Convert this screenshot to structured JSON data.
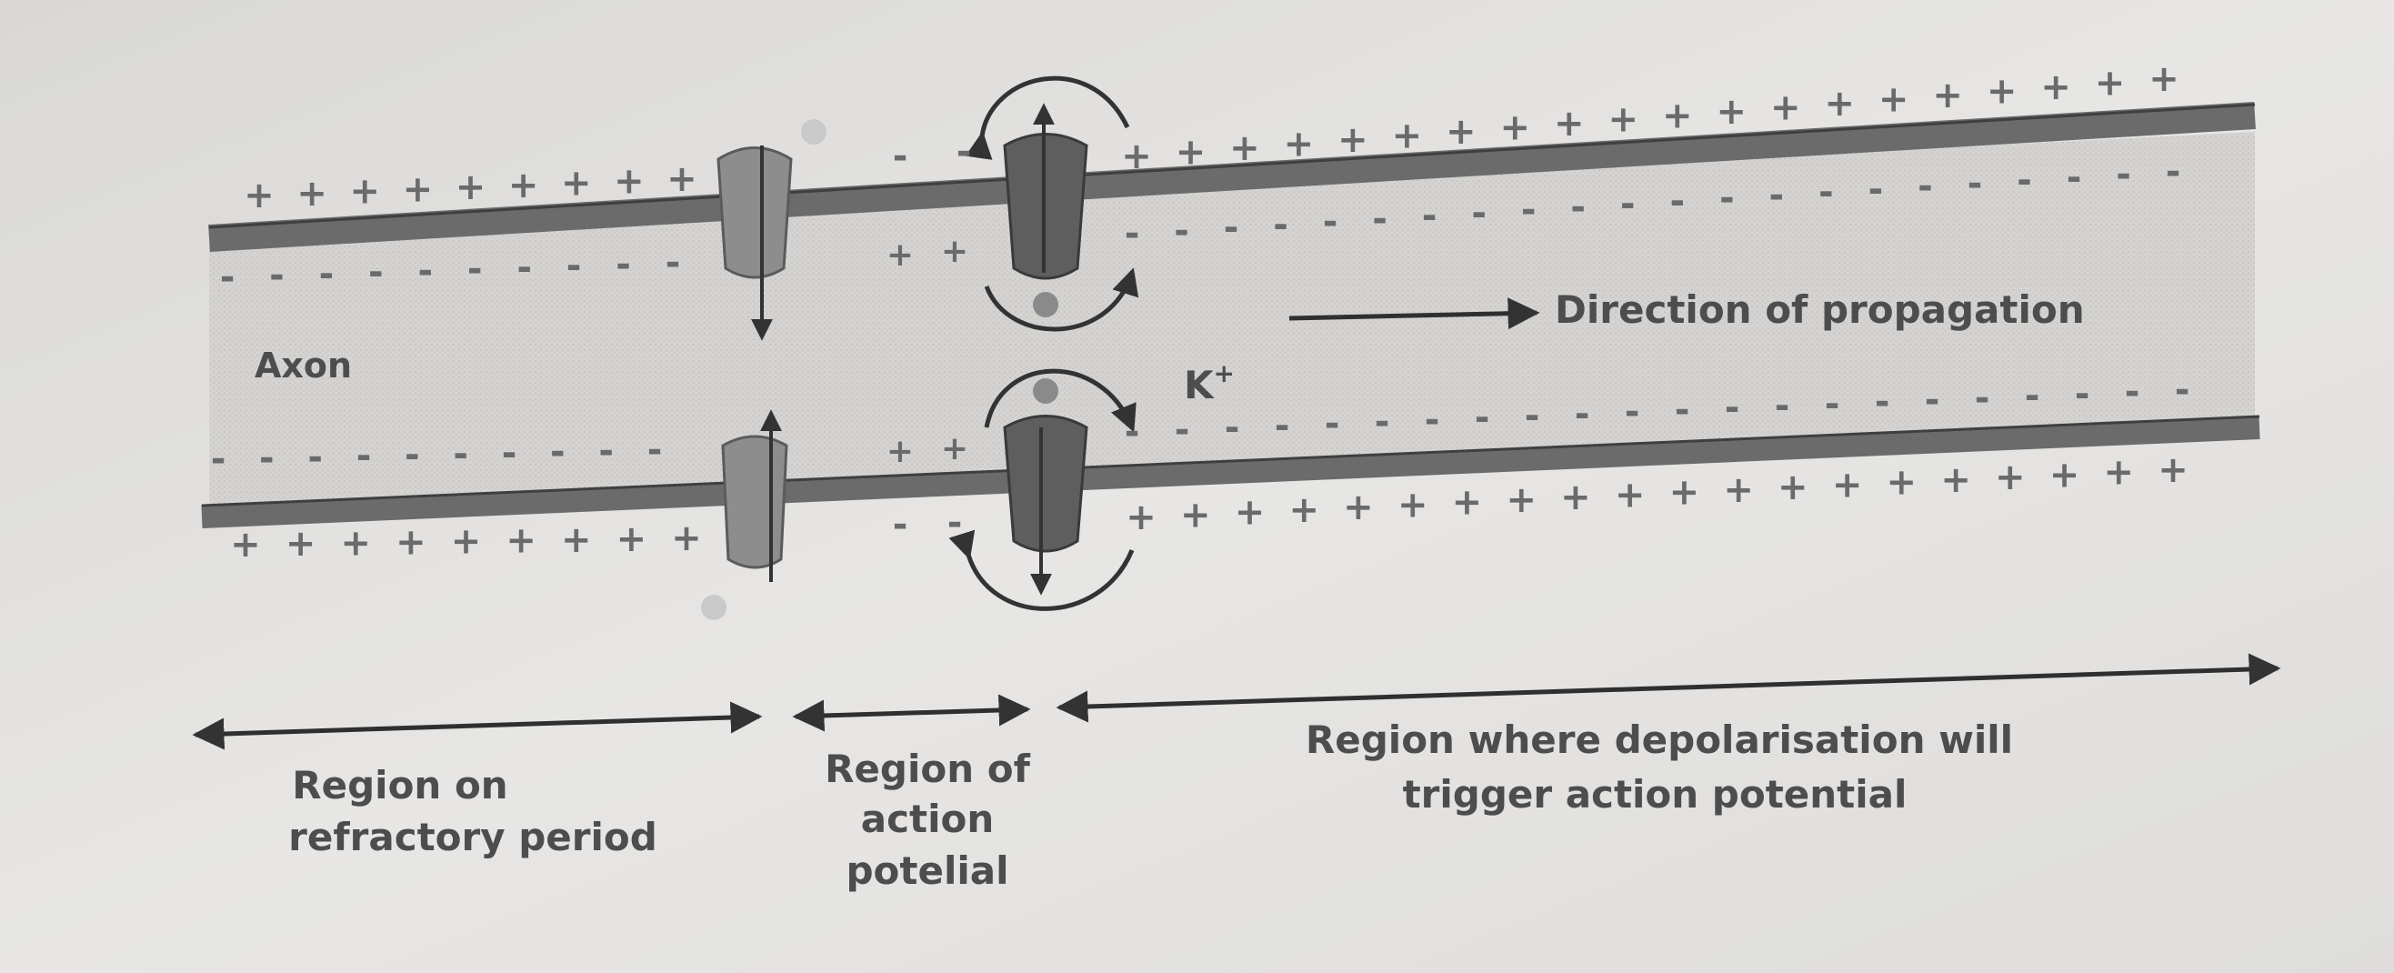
{
  "diagram": {
    "axon_label": "Axon",
    "ion_label": "K",
    "ion_charge": "+",
    "direction_label": "Direction of propagation",
    "plus_sign": "+",
    "minus_sign": "-",
    "regions": [
      {
        "lines": [
          "Region on",
          "refractory period"
        ]
      },
      {
        "lines": [
          "Region of",
          "action",
          "potelial"
        ]
      },
      {
        "lines": [
          "Region where depolarisation will",
          "trigger action potential"
        ]
      }
    ]
  }
}
